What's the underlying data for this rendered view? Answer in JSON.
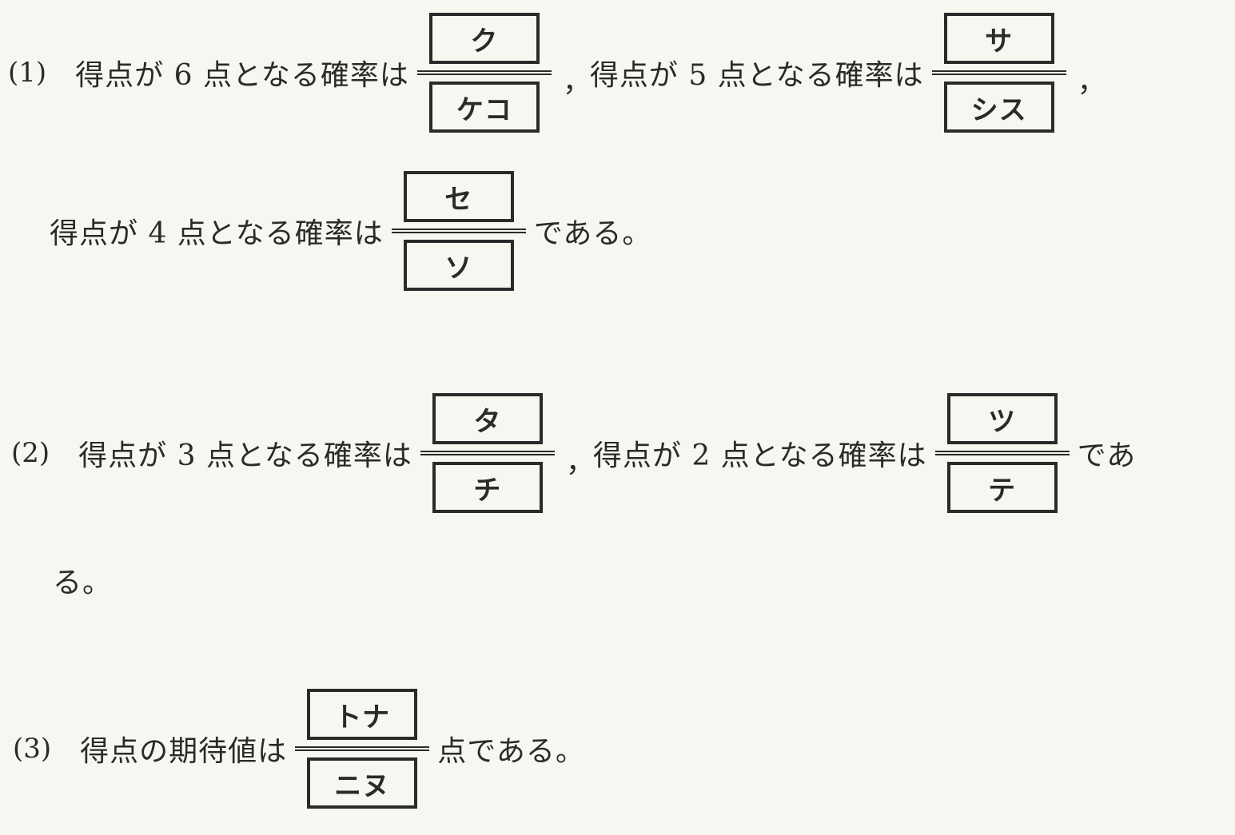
{
  "q1": {
    "num": "(1)",
    "t1": "得点が 6 点となる確率は",
    "f1_num": "ク",
    "f1_den": "ケコ",
    "comma1": "，",
    "t2": "得点が 5 点となる確率は",
    "f2_num": "サ",
    "f2_den": "シス",
    "comma2": "，",
    "t3": "得点が 4 点となる確率は",
    "f3_num": "セ",
    "f3_den": "ソ",
    "end": "である。"
  },
  "q2": {
    "num": "(2)",
    "t1": "得点が 3 点となる確率は",
    "f1_num": "タ",
    "f1_den": "チ",
    "comma1": "，",
    "t2": "得点が 2 点となる確率は",
    "f2_num": "ツ",
    "f2_den": "テ",
    "end1": "であ",
    "end2": "る。"
  },
  "q3": {
    "num": "(3)",
    "t1": "得点の期待値は",
    "f1_num": "トナ",
    "f1_den": "ニヌ",
    "end": "点である。"
  }
}
